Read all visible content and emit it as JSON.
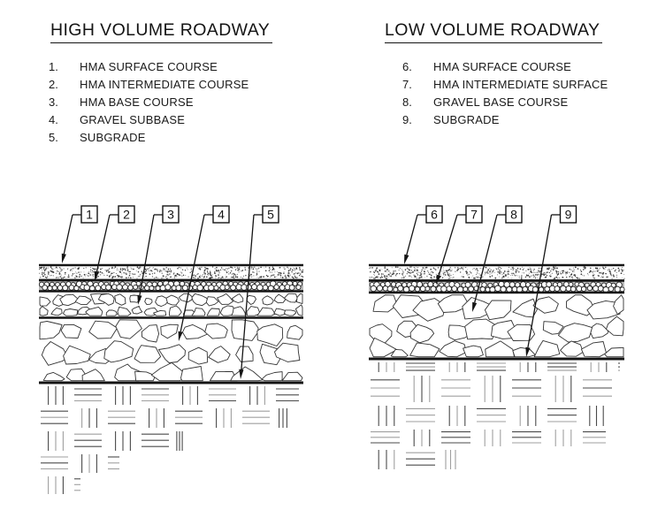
{
  "page": {
    "kind": "pavement-cross-section-detail-drawing",
    "colors": {
      "ink": "#141414",
      "background": "#ffffff",
      "pattern_gray": "#9f9f9f"
    }
  },
  "sections": [
    {
      "title": "HIGH VOLUME ROADWAY",
      "items": [
        {
          "num": "1.",
          "label": "HMA SURFACE COURSE"
        },
        {
          "num": "2.",
          "label": "HMA INTERMEDIATE COURSE"
        },
        {
          "num": "3.",
          "label": "HMA BASE COURSE"
        },
        {
          "num": "4.",
          "label": "GRAVEL SUBBASE"
        },
        {
          "num": "5.",
          "label": "SUBGRADE"
        }
      ]
    },
    {
      "title": "LOW VOLUME ROADWAY",
      "items": [
        {
          "num": "6.",
          "label": "HMA SURFACE COURSE"
        },
        {
          "num": "7.",
          "label": "HMA INTERMEDIATE SURFACE"
        },
        {
          "num": "8.",
          "label": "GRAVEL BASE COURSE"
        },
        {
          "num": "9.",
          "label": "SUBGRADE"
        }
      ]
    }
  ],
  "diagrams": [
    {
      "name": "high-volume-roadway-section",
      "callouts": [
        {
          "label": "1"
        },
        {
          "label": "2"
        },
        {
          "label": "3"
        },
        {
          "label": "4"
        },
        {
          "label": "5"
        }
      ],
      "layers": [
        {
          "name": "hma-surface-course",
          "pattern": "stipple"
        },
        {
          "name": "hma-intermediate-course",
          "pattern": "aggregate-rings"
        },
        {
          "name": "hma-base-course",
          "pattern": "stones-medium"
        },
        {
          "name": "gravel-subbase",
          "pattern": "stones-large"
        },
        {
          "name": "subgrade",
          "pattern": "basket-weave-hatch"
        }
      ]
    },
    {
      "name": "low-volume-roadway-section",
      "callouts": [
        {
          "label": "6"
        },
        {
          "label": "7"
        },
        {
          "label": "8"
        },
        {
          "label": "9"
        }
      ],
      "layers": [
        {
          "name": "hma-surface-course",
          "pattern": "stipple"
        },
        {
          "name": "hma-intermediate-surface",
          "pattern": "aggregate-rings"
        },
        {
          "name": "gravel-base-course",
          "pattern": "stones-large"
        },
        {
          "name": "subgrade",
          "pattern": "basket-weave-hatch"
        }
      ]
    }
  ]
}
